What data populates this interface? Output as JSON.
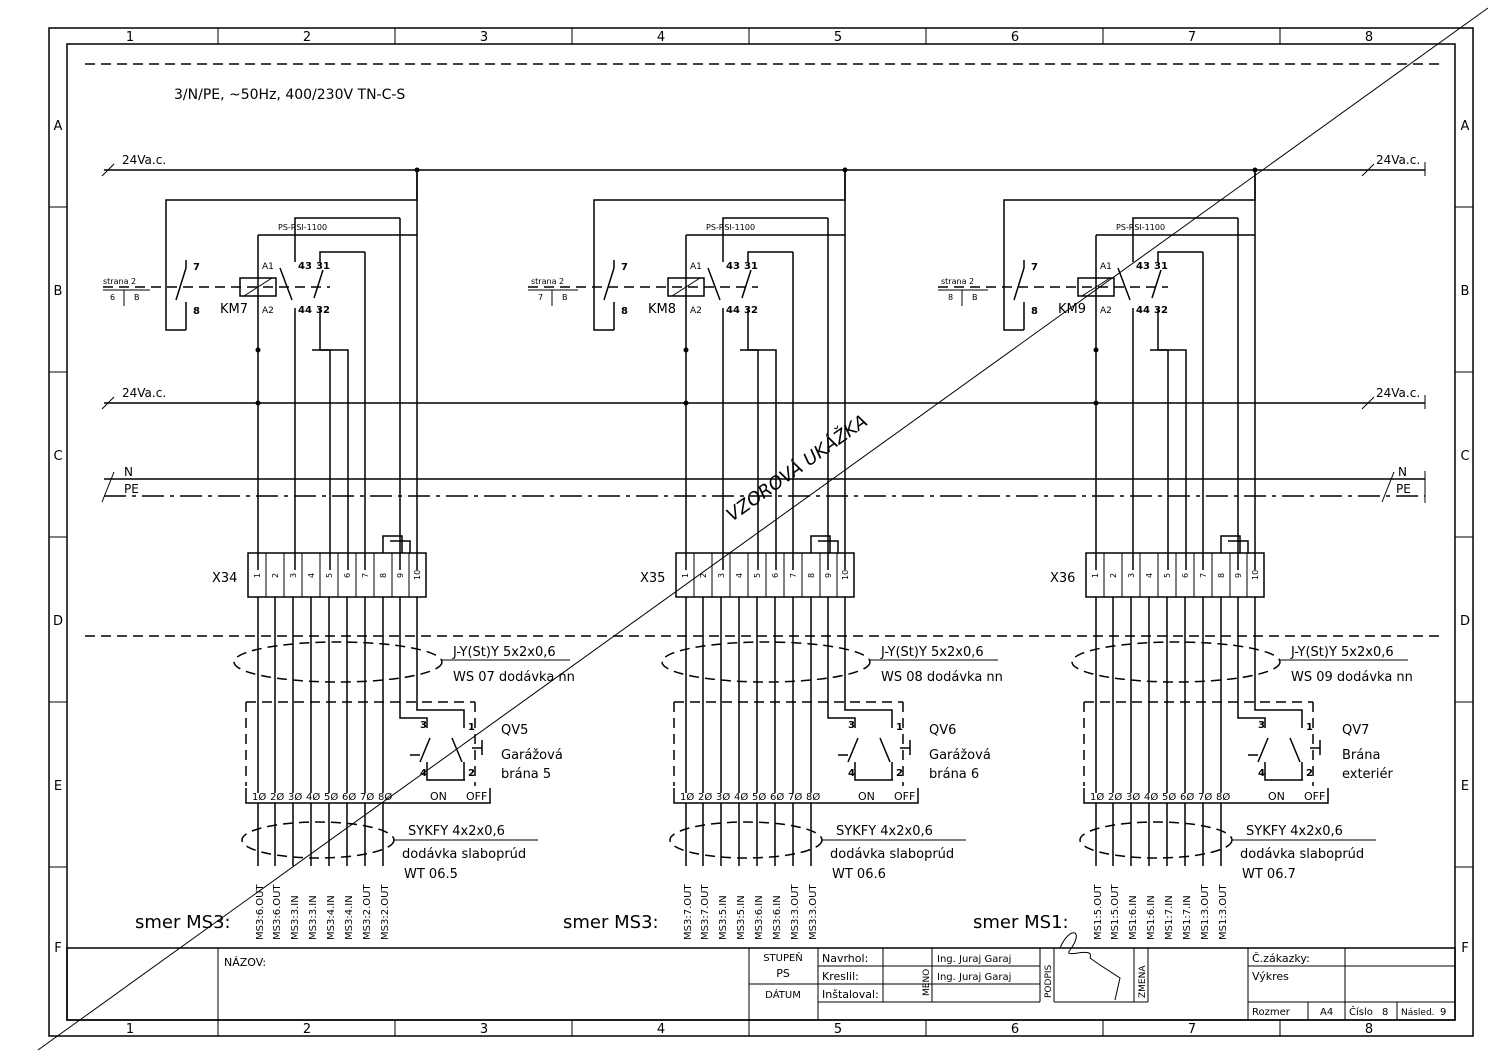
{
  "frame": {
    "columns": [
      "1",
      "2",
      "3",
      "4",
      "5",
      "6",
      "7",
      "8"
    ],
    "rows": [
      "A",
      "B",
      "C",
      "D",
      "E",
      "F"
    ]
  },
  "header": {
    "supply": "3/N/PE, ~50Hz, 400/230V TN-C-S"
  },
  "buses": {
    "bus_24v": "24Va.c.",
    "n": "N",
    "pe": "PE"
  },
  "watermark": "VZOROVÁ UKÁŽKA",
  "groups": [
    {
      "relay_type": "PS-RSI-1100",
      "contactor": "KM7",
      "ref_top": "strana 2",
      "ref_left": "6",
      "ref_right": "B",
      "terminal_strip": "X34",
      "terminals": [
        "1",
        "2",
        "3",
        "4",
        "5",
        "6",
        "7",
        "8",
        "9",
        "10"
      ],
      "cable1_type": "J-Y(St)Y 5x2x0,6",
      "cable1_note": "WS 07  dodávka nn",
      "switch": "QV5",
      "switch_desc1": "Garážová",
      "switch_desc2": "brána 5",
      "cable2_type": "SYKFY 4x2x0,6",
      "cable2_note1": "dodávka slaboprúd",
      "cable2_note2": "WT 06.5",
      "direction": "smer MS3:",
      "signals": [
        "MS3:6.OUT",
        "MS3:6.OUT",
        "MS3:3.IN",
        "MS3:3.IN",
        "MS3:4.IN",
        "MS3:4.IN",
        "MS3:2.OUT",
        "MS3:2.OUT"
      ]
    },
    {
      "relay_type": "PS-RSI-1100",
      "contactor": "KM8",
      "ref_top": "strana 2",
      "ref_left": "7",
      "ref_right": "B",
      "terminal_strip": "X35",
      "terminals": [
        "1",
        "2",
        "3",
        "4",
        "5",
        "6",
        "7",
        "8",
        "9",
        "10"
      ],
      "cable1_type": "J-Y(St)Y 5x2x0,6",
      "cable1_note": "WS 08  dodávka nn",
      "switch": "QV6",
      "switch_desc1": "Garážová",
      "switch_desc2": "brána 6",
      "cable2_type": "SYKFY 4x2x0,6",
      "cable2_note1": "dodávka slaboprúd",
      "cable2_note2": "WT 06.6",
      "direction": "smer MS3:",
      "signals": [
        "MS3:7.OUT",
        "MS3:7.OUT",
        "MS3:5.IN",
        "MS3:5.IN",
        "MS3:6.IN",
        "MS3:6.IN",
        "MS3:3.OUT",
        "MS3:3.OUT"
      ]
    },
    {
      "relay_type": "PS-RSI-1100",
      "contactor": "KM9",
      "ref_top": "strana 2",
      "ref_left": "8",
      "ref_right": "B",
      "terminal_strip": "X36",
      "terminals": [
        "1",
        "2",
        "3",
        "4",
        "5",
        "6",
        "7",
        "8",
        "9",
        "10"
      ],
      "cable1_type": "J-Y(St)Y 5x2x0,6",
      "cable1_note": "WS 09  dodávka nn",
      "switch": "QV7",
      "switch_desc1": "Brána",
      "switch_desc2": "exteriér",
      "cable2_type": "SYKFY 4x2x0,6",
      "cable2_note1": "dodávka slaboprúd",
      "cable2_note2": "WT 06.7",
      "direction": "smer MS1:",
      "signals": [
        "MS1:5.OUT",
        "MS1:5.OUT",
        "MS1:6.IN",
        "MS1:6.IN",
        "MS1:7.IN",
        "MS1:7.IN",
        "MS1:3.OUT",
        "MS1:3.OUT"
      ]
    }
  ],
  "contacts": {
    "relay_a1": "A1",
    "relay_a2": "A2",
    "c43": "43",
    "c44": "44",
    "c31": "31",
    "c32": "32",
    "c7": "7",
    "c8": "8",
    "sw1": "1",
    "sw2": "2",
    "sw3": "3",
    "sw4": "4",
    "on": "ON",
    "off": "OFF",
    "pins": [
      "1Ø",
      "2Ø",
      "3Ø",
      "4Ø",
      "5Ø",
      "6Ø",
      "7Ø",
      "8Ø"
    ]
  },
  "title_block": {
    "nazov": "NÁZOV:",
    "stupen": "STUPEŇ",
    "ps": "PS",
    "datum": "DÁTUM",
    "navrhol": "Navrhol:",
    "kreslil": "Kreslil:",
    "instaloval": "Inštaloval:",
    "meno": "MENO",
    "name1": "Ing. Juraj Garaj",
    "name2": "Ing. Juraj Garaj",
    "podpis": "PODPIS",
    "zmena": "ZMENA",
    "c_zakazky": "Č.zákazky:",
    "vykres": "Výkres",
    "rozmer": "Rozmer",
    "format": "A4",
    "cislo_label": "Číslo",
    "cislo": "8",
    "nasled_label": "Násled.",
    "nasled": "9"
  }
}
